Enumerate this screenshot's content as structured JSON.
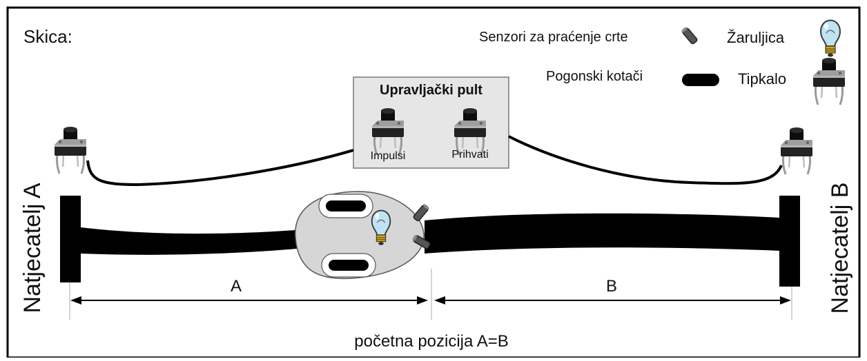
{
  "title": "Skica:",
  "legend": {
    "sensors_label": "Senzori za praćenje crte",
    "bulb_label": "Žaruljica",
    "wheels_label": "Pogonski kotači",
    "button_label": "Tipkalo",
    "sensor_icon": "sensor-icon",
    "bulb_icon": "light-bulb-icon",
    "wheel_icon": "wheel-icon",
    "button_icon": "push-button-icon"
  },
  "panel": {
    "title": "Upravljački pult",
    "left_button_label": "Impulsi",
    "right_button_label": "Prihvati"
  },
  "competitor_a": "Natjecatelj A",
  "competitor_b": "Natjecatelj B",
  "segment_a_label": "A",
  "segment_b_label": "B",
  "caption": "početna pozicija A=B",
  "colors": {
    "frame": "#000000",
    "panel_fill": "#e6e6e6",
    "robot_fill": "#d6d6d6",
    "bulb_glass": "#bfe3f2",
    "bulb_base": "#d9a800",
    "track": "#000000"
  }
}
